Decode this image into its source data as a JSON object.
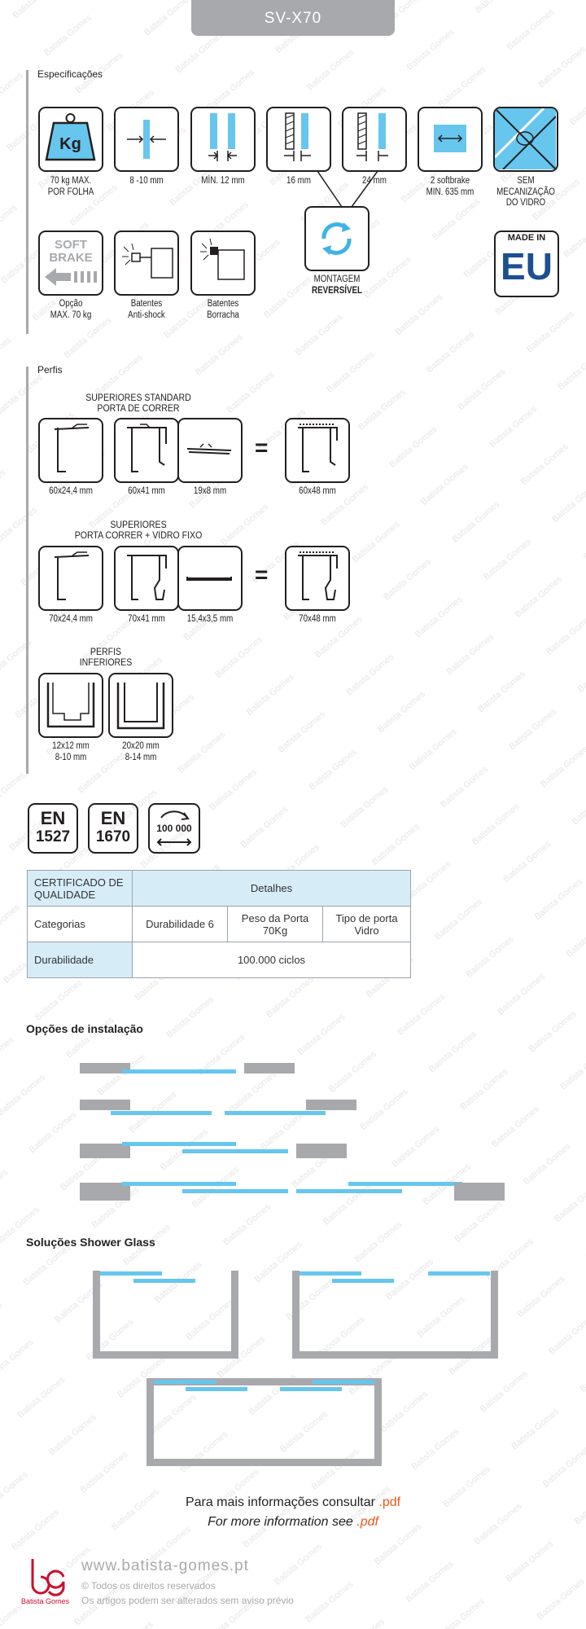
{
  "title": "SV-X70",
  "sections": {
    "specs_label": "Especificações",
    "profiles_label": "Perfis"
  },
  "specs": {
    "weight_icon": "Kg",
    "weight_line1": "70 kg MAX.",
    "weight_line2": "POR FOLHA",
    "glass": "8 -10 mm",
    "min": "MÍN. 12 mm",
    "t16": "16 mm",
    "t24": "24 mm",
    "softbrake_line1": "2 softbrake",
    "softbrake_line2": "MIN. 635 mm",
    "nomech_line1": "SEM",
    "nomech_line2": "MECANIZAÇÃO",
    "nomech_line3": "DO VIDRO",
    "soft_icon_line1": "SOFT",
    "soft_icon_line2": "BRAKE",
    "option_line1": "Opção",
    "option_line2": "MAX. 70 kg",
    "anti_line1": "Batentes",
    "anti_line2": "Anti-shock",
    "rubber_line1": "Batentes",
    "rubber_line2": "Borracha",
    "mount_line1": "MONTAGEM",
    "mount_line2": "REVERSÍVEL",
    "made_in": "MADE IN",
    "eu": "EU"
  },
  "profiles": {
    "g1_title_line1": "SUPERIORES STANDARD",
    "g1_title_line2": "PORTA DE CORRER",
    "g1_sizes": [
      "60x24,4 mm",
      "60x41 mm",
      "19x8 mm",
      "60x48 mm"
    ],
    "g2_title_line1": "SUPERIORES",
    "g2_title_line2": "PORTA CORRER + VIDRO FIXO",
    "g2_sizes": [
      "70x24,4 mm",
      "70x41 mm",
      "15,4x3,5 mm",
      "70x48 mm"
    ],
    "g3_title_line1": "PERFIS",
    "g3_title_line2": "INFERIORES",
    "g3_a_line1": "12x12 mm",
    "g3_a_line2": "8-10 mm",
    "g3_b_line1": "20x20 mm",
    "g3_b_line2": "8-14 mm",
    "equals": "="
  },
  "badges": {
    "en1_top": "EN",
    "en1_bottom": "1527",
    "en2_top": "EN",
    "en2_bottom": "1670",
    "cycles": "100 000"
  },
  "certificate": {
    "label": "CERTIFICADO DE QUALIDADE",
    "details": "Detalhes",
    "categories": "Categorias",
    "col1": "Durabilidade 6",
    "col2": "Peso da Porta 70Kg",
    "col3": "Tipo de porta Vidro",
    "durability": "Durabilidade",
    "cycles": "100.000 ciclos"
  },
  "installation_title": "Opções de instalação",
  "shower_title": "Soluções Shower Glass",
  "more_info": {
    "pt_text": "Para mais informações consultar ",
    "pt_link": ".pdf",
    "en_text": "For more information see ",
    "en_link": ".pdf"
  },
  "footer": {
    "brand": "Batista Gomes",
    "url": "www.batista-gomes.pt",
    "rights": "Todos os direitos reservados",
    "notice": "Os artigos podem ser alterados sem aviso prévio"
  },
  "watermark": "Batista Gomes",
  "colors": {
    "accent_blue": "#66c6ee",
    "gray": "#a7a9ac",
    "link_orange": "#e8561a",
    "brand_red": "#c8102e"
  }
}
